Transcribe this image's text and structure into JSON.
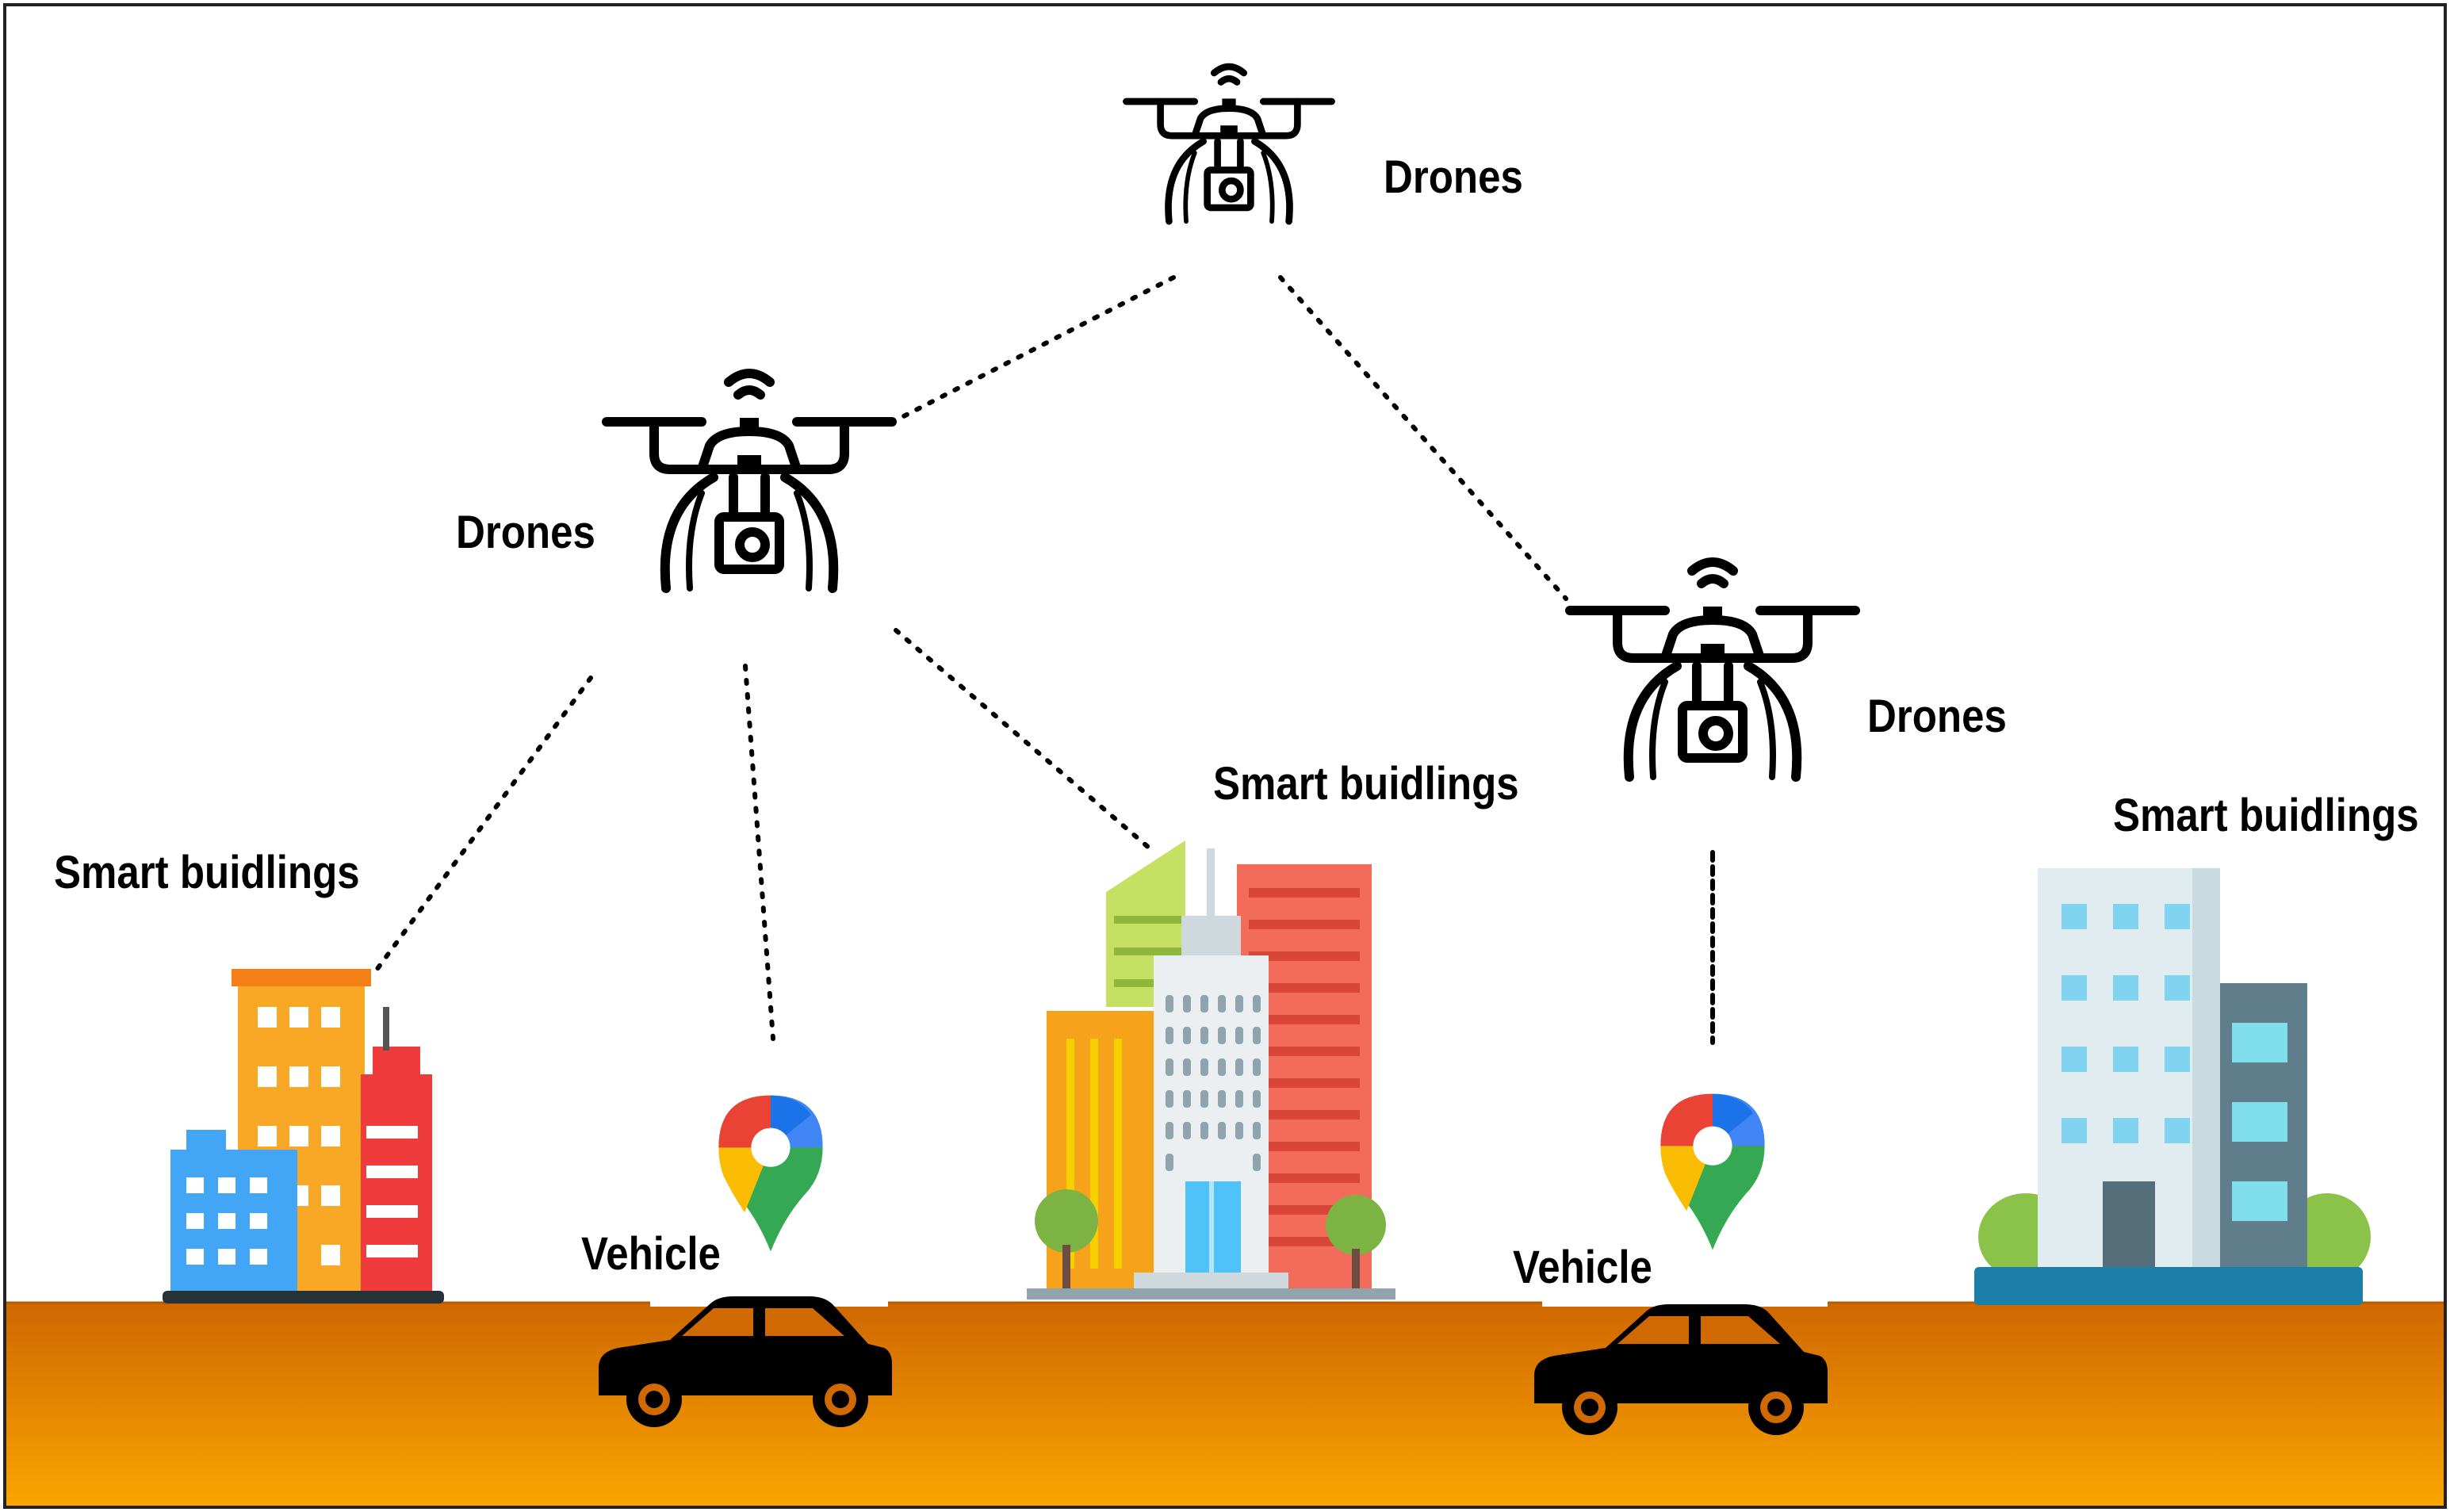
{
  "labels": {
    "drones_top": "Drones",
    "drones_left": "Drones",
    "drones_right": "Drones",
    "buildings_left": "Smart buidlings",
    "buildings_center": "Smart buidlings",
    "buildings_right": "Smart buidlings",
    "vehicle_left": "Vehicle",
    "vehicle_right": "Vehicle"
  },
  "colors": {
    "ground_top": "#d06a00",
    "ground_bottom": "#f8a200",
    "border": "#222222",
    "icon_stroke": "#000000",
    "link": "#000000"
  },
  "icons": {
    "drone": "drone-camera-icon",
    "vehicle": "car-icon",
    "pin": "map-pin-icon",
    "building": "smart-building-icon"
  }
}
